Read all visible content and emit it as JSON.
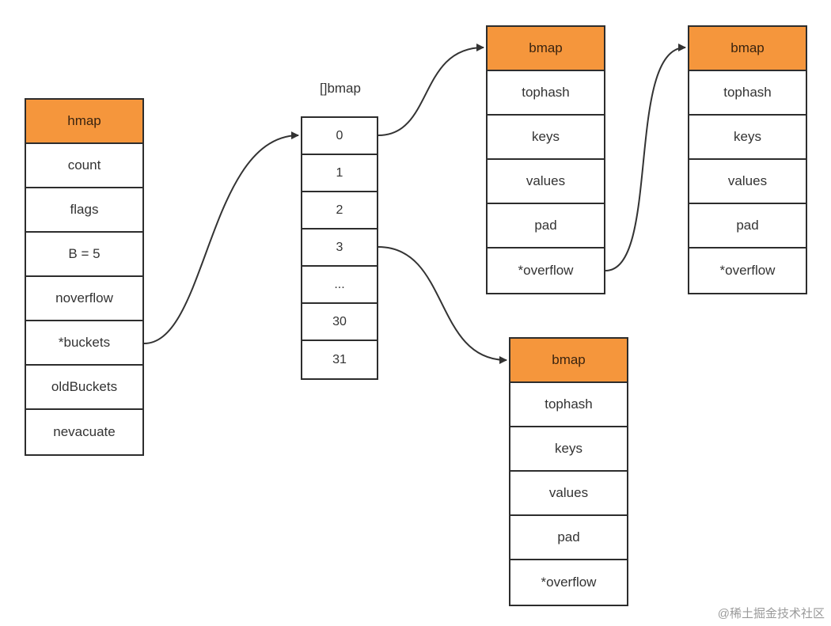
{
  "hmap": {
    "fields": [
      "hmap",
      "count",
      "flags",
      "B = 5",
      "noverflow",
      "*buckets",
      "oldBuckets",
      "nevacuate"
    ]
  },
  "buckets_array": {
    "label": "[]bmap",
    "indices": [
      "0",
      "1",
      "2",
      "3",
      "...",
      "30",
      "31"
    ]
  },
  "bmaps": [
    {
      "fields": [
        "bmap",
        "tophash",
        "keys",
        "values",
        "pad",
        "*overflow"
      ]
    },
    {
      "fields": [
        "bmap",
        "tophash",
        "keys",
        "values",
        "pad",
        "*overflow"
      ]
    },
    {
      "fields": [
        "bmap",
        "tophash",
        "keys",
        "values",
        "pad",
        "*overflow"
      ]
    }
  ],
  "colors": {
    "header": "#f5963c",
    "border": "#2d2d2d",
    "arrow": "#333333"
  },
  "watermark": "@稀土掘金技术社区"
}
